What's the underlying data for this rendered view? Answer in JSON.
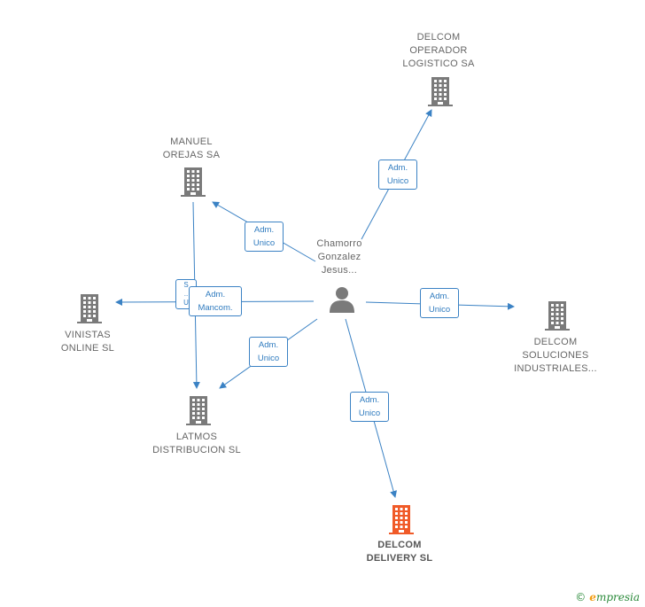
{
  "center": {
    "label": "Chamorro\nGonzalez\nJesus..."
  },
  "companies": [
    {
      "id": "delcom-operador",
      "label": "DELCOM\nOPERADOR\nLOGISTICO SA",
      "color": "#7a7a7a"
    },
    {
      "id": "manuel-orejas",
      "label": "MANUEL\nOREJAS SA",
      "color": "#7a7a7a"
    },
    {
      "id": "vinistas",
      "label": "VINISTAS\nONLINE  SL",
      "color": "#7a7a7a"
    },
    {
      "id": "delcom-soluciones",
      "label": "DELCOM\nSOLUCIONES\nINDUSTRIALES...",
      "color": "#7a7a7a"
    },
    {
      "id": "latmos",
      "label": "LATMOS\nDISTRIBUCION SL",
      "color": "#7a7a7a"
    },
    {
      "id": "delcom-delivery",
      "label": "DELCOM\nDELIVERY  SL",
      "color": "#f05a28"
    }
  ],
  "relations": [
    {
      "id": "rel-operador",
      "label": "Adm.\nUnico"
    },
    {
      "id": "rel-manuel",
      "label": "Adm.\nUnico"
    },
    {
      "id": "rel-secretario",
      "label": "S\n..\nU"
    },
    {
      "id": "rel-vinistas",
      "label": "Adm.\nMancom."
    },
    {
      "id": "rel-soluciones",
      "label": "Adm.\nUnico"
    },
    {
      "id": "rel-latmos",
      "label": "Adm.\nUnico"
    },
    {
      "id": "rel-delivery",
      "label": "Adm.\nUnico"
    }
  ],
  "colors": {
    "edge": "#3b82c4",
    "person": "#7a7a7a"
  },
  "watermark": {
    "symbol": "©",
    "e": "e",
    "rest": "mpresia"
  }
}
